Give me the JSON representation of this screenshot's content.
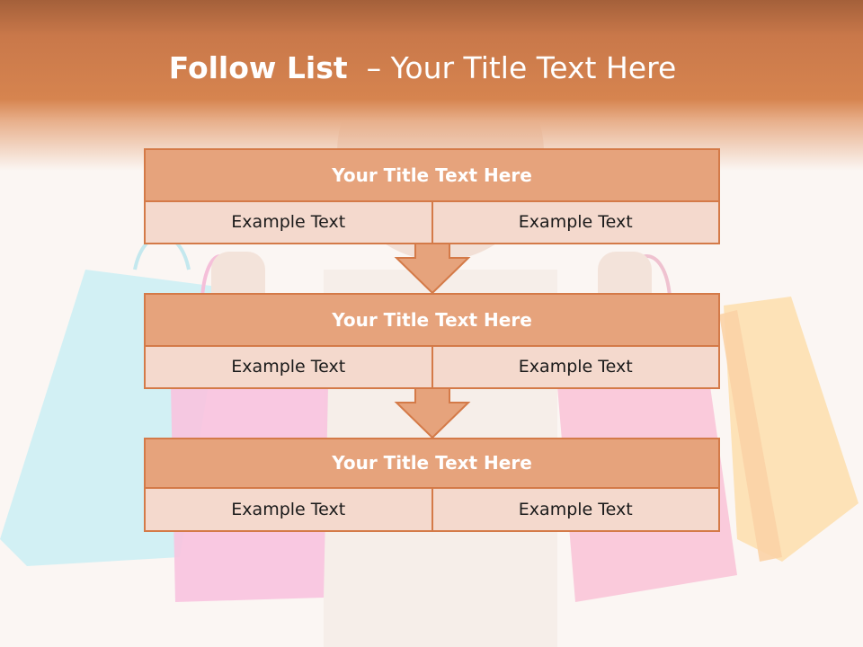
{
  "slide": {
    "title_bold": "Follow List",
    "title_rest": "  – Your Title Text Here"
  },
  "blocks": [
    {
      "title": "Your Title Text Here",
      "cells": [
        "Example Text",
        "Example Text"
      ]
    },
    {
      "title": "Your Title Text Here",
      "cells": [
        "Example Text",
        "Example Text"
      ]
    },
    {
      "title": "Your Title Text Here",
      "cells": [
        "Example Text",
        "Example Text"
      ]
    }
  ],
  "colors": {
    "header": "#d6844f",
    "block_title_fill": "#e6a37c",
    "block_row_fill": "#f4d9cd",
    "border": "#d47a48"
  }
}
